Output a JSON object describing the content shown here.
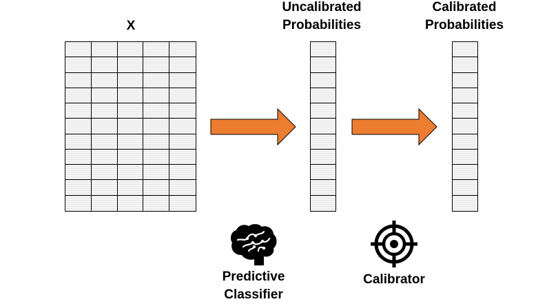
{
  "labels": {
    "x_matrix": "X",
    "uncalibrated_line1": "Uncalibrated",
    "uncalibrated_line2": "Probabilities",
    "calibrated_line1": "Calibrated",
    "calibrated_line2": "Probabilities",
    "classifier_line1": "Predictive",
    "classifier_line2": "Classifier",
    "calibrator": "Calibrator"
  },
  "colors": {
    "arrow_fill": "#ED7D31",
    "grid_line": "#000000",
    "cell_fill": "#F4F4F4"
  },
  "icons": {
    "classifier": "brain-icon",
    "calibrator": "target-crosshair-icon"
  }
}
